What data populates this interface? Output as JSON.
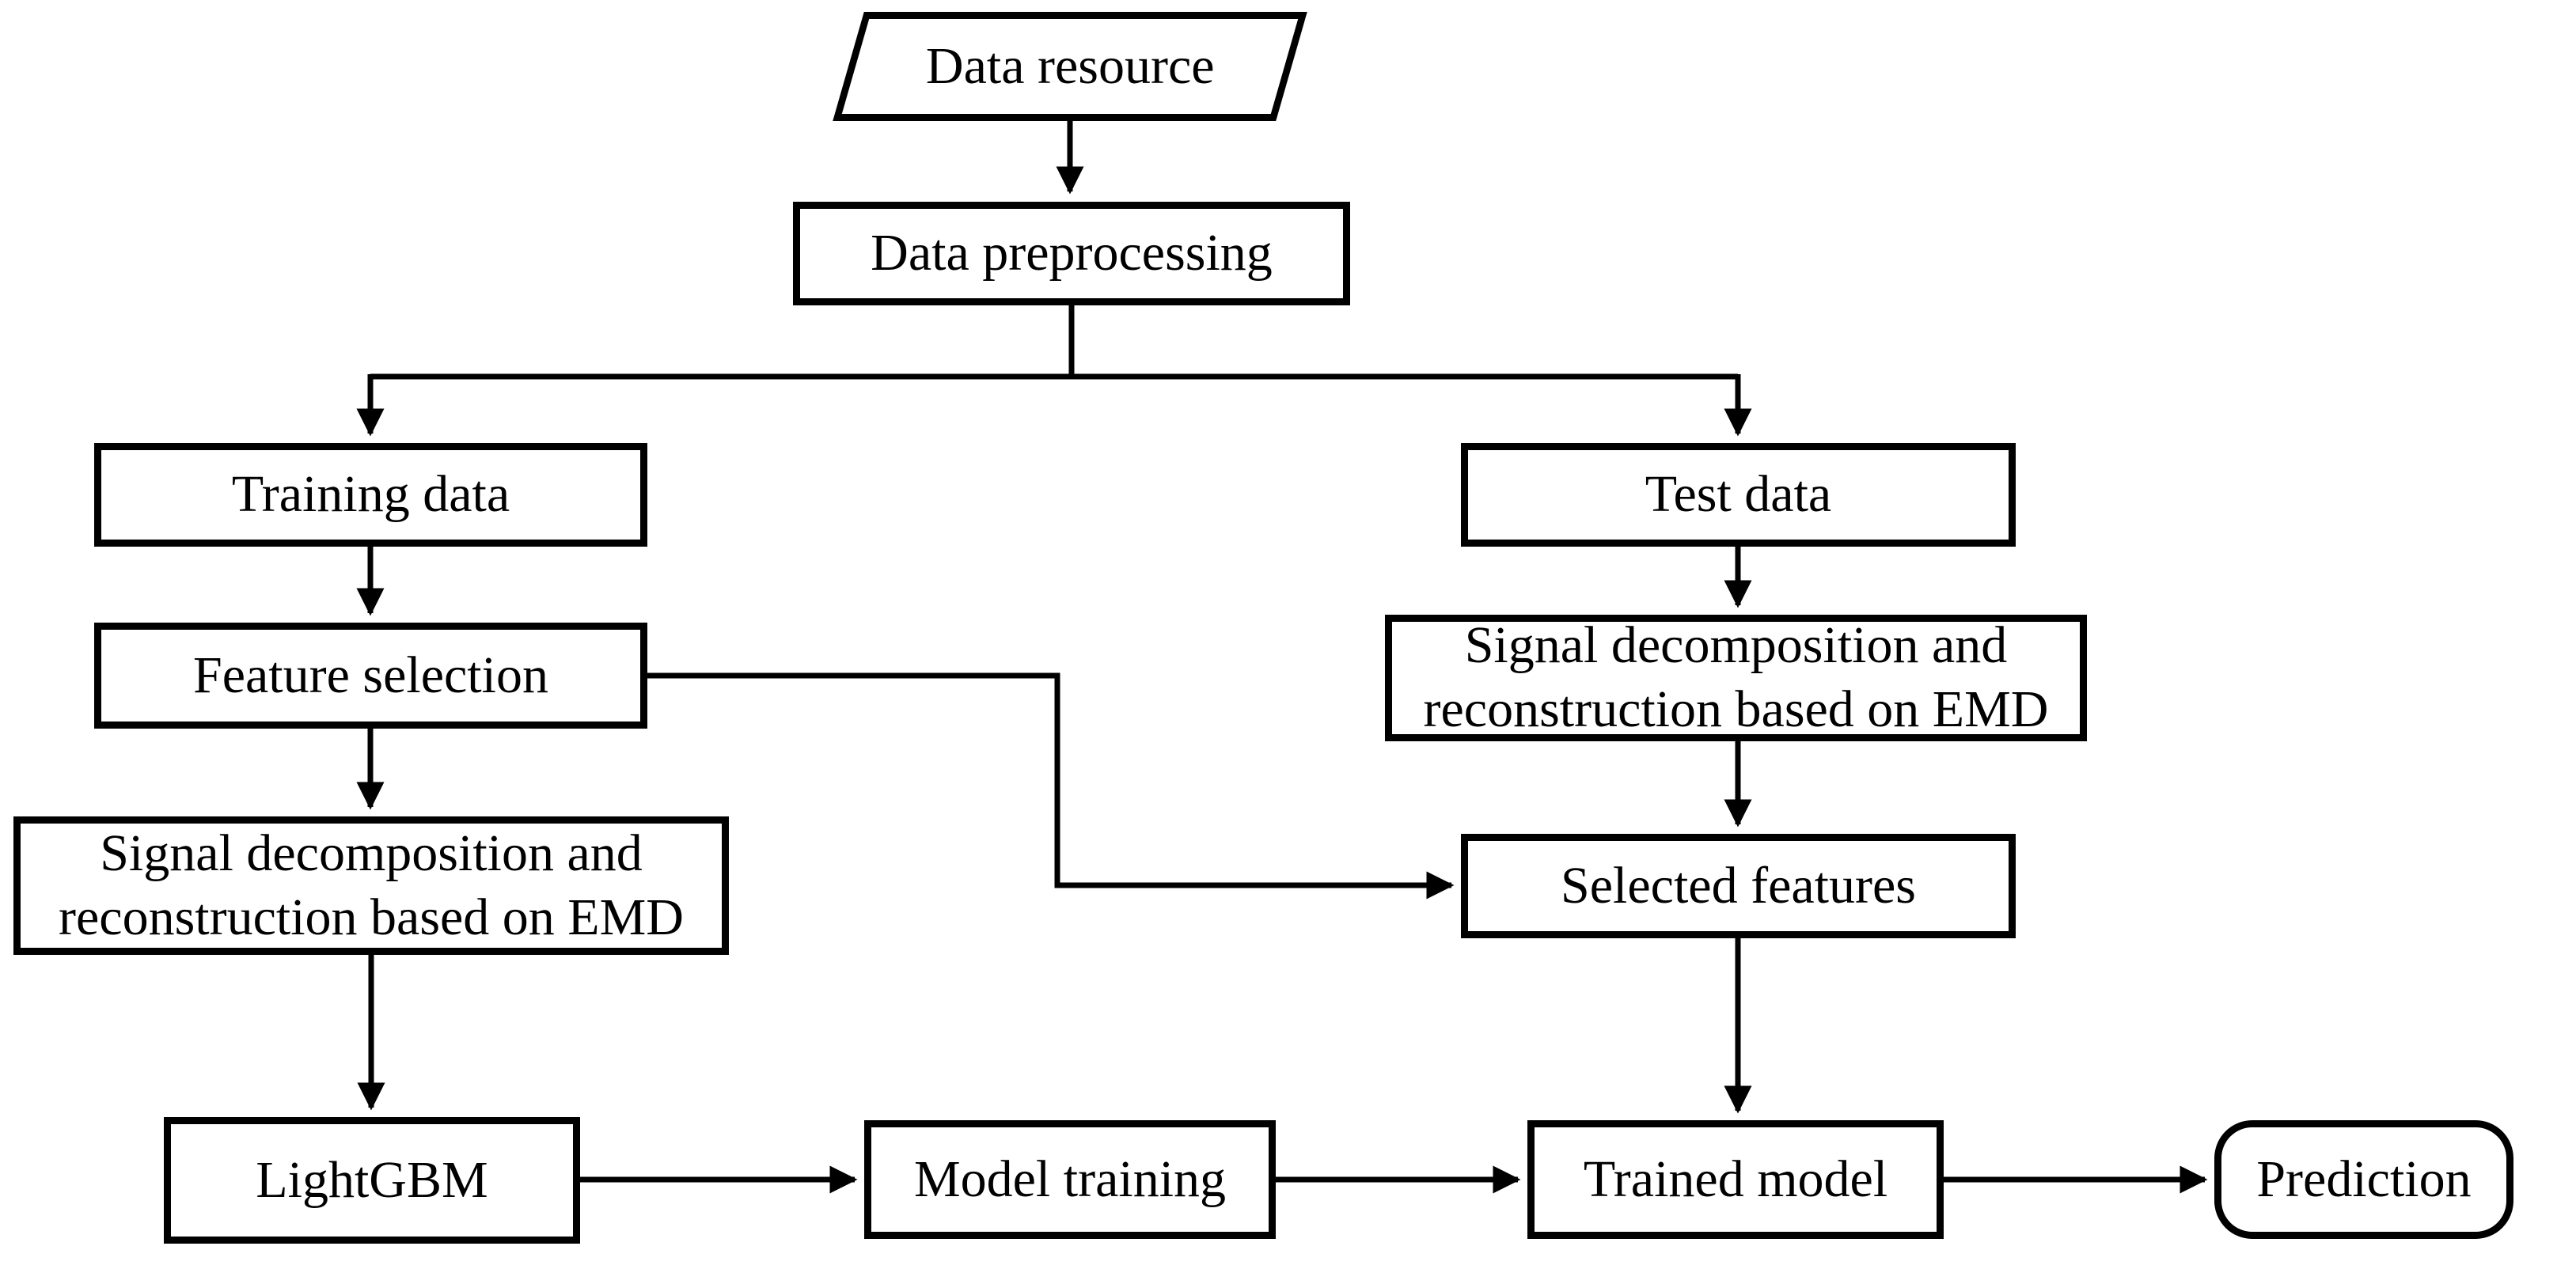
{
  "diagram": {
    "colors": {
      "stroke": "#000000",
      "fill": "#ffffff",
      "text": "#000000"
    },
    "nodes": {
      "data_resource": {
        "label": "Data resource",
        "shape": "parallelogram"
      },
      "data_preprocessing": {
        "label": "Data preprocessing",
        "shape": "rectangle"
      },
      "training_data": {
        "label": "Training data",
        "shape": "rectangle"
      },
      "test_data": {
        "label": "Test data",
        "shape": "rectangle"
      },
      "feature_selection": {
        "label": "Feature selection",
        "shape": "rectangle"
      },
      "emd_left": {
        "label": "Signal decomposition and reconstruction based on EMD",
        "shape": "rectangle"
      },
      "emd_right": {
        "label": "Signal decomposition and reconstruction based on EMD",
        "shape": "rectangle"
      },
      "selected_features": {
        "label": "Selected features",
        "shape": "rectangle"
      },
      "lightgbm": {
        "label": "LightGBM",
        "shape": "rectangle"
      },
      "model_training": {
        "label": "Model training",
        "shape": "rectangle"
      },
      "trained_model": {
        "label": "Trained model",
        "shape": "rectangle"
      },
      "prediction": {
        "label": "Prediction",
        "shape": "rounded-rectangle"
      }
    },
    "edges": [
      {
        "from": "data_resource",
        "to": "data_preprocessing"
      },
      {
        "from": "data_preprocessing",
        "to": "training_data"
      },
      {
        "from": "data_preprocessing",
        "to": "test_data"
      },
      {
        "from": "training_data",
        "to": "feature_selection"
      },
      {
        "from": "feature_selection",
        "to": "emd_left"
      },
      {
        "from": "feature_selection",
        "to": "selected_features"
      },
      {
        "from": "test_data",
        "to": "emd_right"
      },
      {
        "from": "emd_right",
        "to": "selected_features"
      },
      {
        "from": "emd_left",
        "to": "lightgbm"
      },
      {
        "from": "lightgbm",
        "to": "model_training"
      },
      {
        "from": "model_training",
        "to": "trained_model"
      },
      {
        "from": "selected_features",
        "to": "trained_model"
      },
      {
        "from": "trained_model",
        "to": "prediction"
      }
    ]
  }
}
